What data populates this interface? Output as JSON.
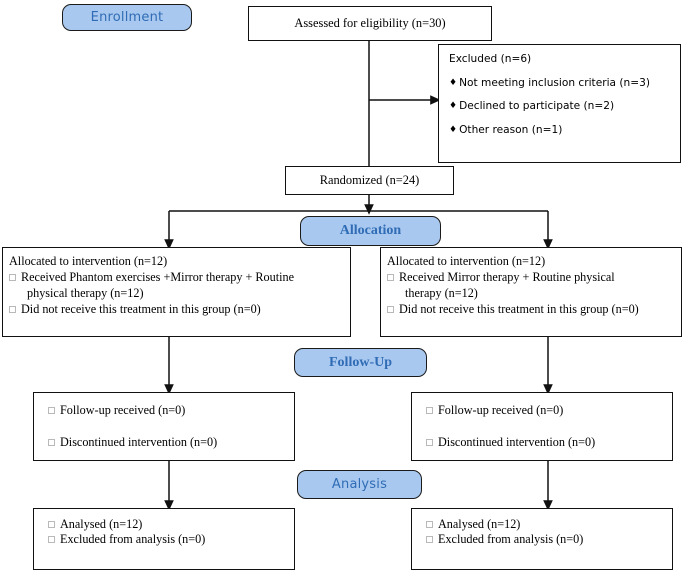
{
  "diagram": {
    "title": "CONSORT participant flow diagram",
    "accent_badge_fill": "#a9c8ef",
    "accent_badge_text": "#2f6cb5",
    "border_color": "#111111"
  },
  "stages": {
    "enrollment": "Enrollment",
    "allocation": "Allocation",
    "followup": "Follow-Up",
    "analysis": "Analysis"
  },
  "assessed": {
    "text": "Assessed for eligibility  (n=30)"
  },
  "excluded": {
    "heading": "Excluded (n=6)",
    "reasons": [
      "Not meeting inclusion criteria (n=3)",
      "Declined to participate (n=2)",
      "Other reason (n=1)"
    ],
    "bullet_glyph": "♦"
  },
  "randomized": {
    "text": "Randomized (n=24)"
  },
  "allocation_left": {
    "heading": "Allocated to intervention (n=12)",
    "items": [
      "Received Phantom exercises +Mirror therapy + Routine",
      "physical therapy (n=12)",
      "Did not receive this treatment in this group (n=0)"
    ]
  },
  "allocation_right": {
    "heading": "Allocated to intervention (n=12)",
    "items": [
      "Received Mirror therapy + Routine physical",
      "therapy (n=12)",
      "Did not receive this treatment in this group (n=0)"
    ]
  },
  "followup_left": {
    "items": [
      "Follow-up received (n=0)",
      "Discontinued intervention (n=0)"
    ]
  },
  "followup_right": {
    "items": [
      "Follow-up received (n=0)",
      "Discontinued intervention (n=0)"
    ]
  },
  "analysis_left": {
    "items": [
      "Analysed (n=12)",
      "Excluded from analysis (n=0)"
    ]
  },
  "analysis_right": {
    "items": [
      "Analysed (n=12)",
      "Excluded from analysis (n=0)"
    ]
  }
}
